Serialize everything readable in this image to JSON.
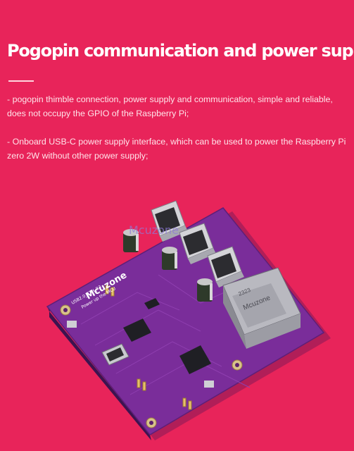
{
  "heading": "Pogopin communication and power supply",
  "paragraphs": [
    "- pogopin thimble connection, power supply and communication, simple and reliable, does not occupy the GPIO of the Raspberry Pi;",
    "- Onboard USB-C power supply interface, which can be used to power the Raspberry Pi zero 2W without other power supply;"
  ],
  "board": {
    "brand_text": "Mcuzone",
    "sub_text": "Power up the MCU",
    "model_text": "USB2.0_ETH_R3",
    "rj45_text": "Mcuzone",
    "rj45_code": "2323",
    "watermark": "Mcuzone"
  },
  "colors": {
    "background": "#e8245a",
    "pcb": "#7a2d9a",
    "text": "#ffffff"
  }
}
